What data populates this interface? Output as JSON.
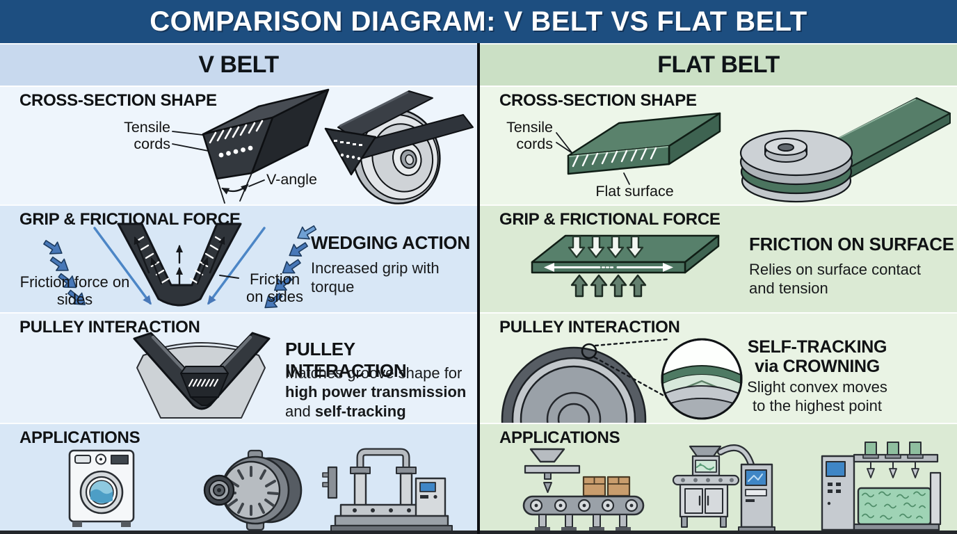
{
  "title": "COMPARISON DIAGRAM: V BELT VS FLAT BELT",
  "columns": {
    "v": {
      "header": "V BELT"
    },
    "flat": {
      "header": "FLAT BELT"
    }
  },
  "v": {
    "row1": {
      "heading": "CROSS-SECTION SHAPE",
      "tensile_cords": "Tensile cords",
      "v_angle": "V-angle"
    },
    "row2": {
      "heading": "GRIP & FRICTIONAL FORCE",
      "friction_left": "Friction force on sides",
      "friction_right": "Friction on sides",
      "callout_title": "WEDGING ACTION",
      "callout_body": "Increased grip with torque"
    },
    "row3": {
      "heading": "PULLEY INTERACTION",
      "callout_title": "PULLEY INTERACTION",
      "body_start": "Matches groove shape for",
      "body_bold1": "high power transmission",
      "body_mid": "and",
      "body_bold2": "self-tracking"
    },
    "row4": {
      "heading": "APPLICATIONS",
      "icons": [
        "washing-machine",
        "alternator",
        "industrial-machine"
      ]
    }
  },
  "flat": {
    "row1": {
      "heading": "CROSS-SECTION SHAPE",
      "tensile_cords": "Tensile cords",
      "flat_surface": "Flat surface"
    },
    "row2": {
      "heading": "GRIP & FRICTIONAL FORCE",
      "callout_title": "FRICTION ON SURFACE",
      "callout_body": "Relies on surface contact and tension"
    },
    "row3": {
      "heading": "PULLEY INTERACTION",
      "callout_title_line1": "SELF-TRACKING",
      "callout_title_line2": "via CROWNING",
      "callout_body": "Slight convex moves to the highest point"
    },
    "row4": {
      "heading": "APPLICATIONS",
      "icons": [
        "conveyor-belt",
        "packaging-machine",
        "textile-machine"
      ]
    }
  },
  "colors": {
    "title_bar": "#1d4e80",
    "v_header_bg": "#c8d9ee",
    "flat_header_bg": "#cbe0c5",
    "v_row_pale": "#eef5fc",
    "v_row_tint": "#d8e7f6",
    "flat_row_pale": "#edf6e9",
    "flat_row_tint": "#dbead4",
    "divider": "#0d0f12",
    "belt_dark": "#32373d",
    "belt_green": "#55806a",
    "arrow_blue": "#4878b8"
  }
}
